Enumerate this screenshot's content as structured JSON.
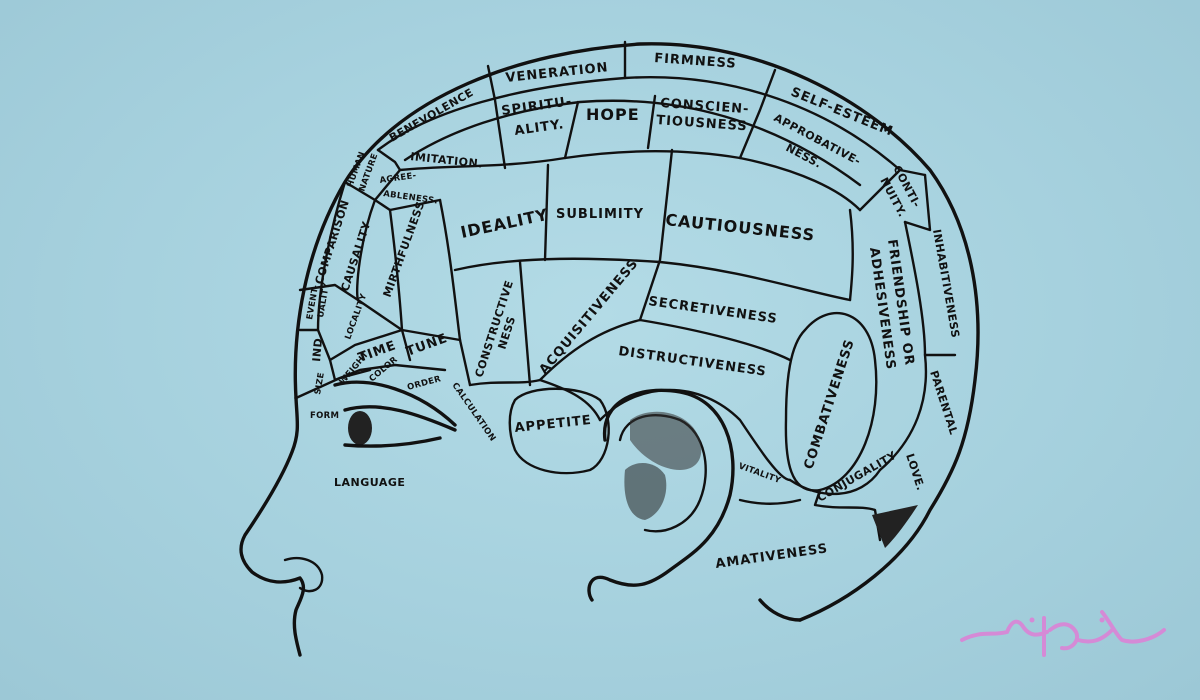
{
  "regions": {
    "veneration": "VENERATION",
    "firmness": "FIRMNESS",
    "benevolence": "BENEVOLENCE",
    "self_esteem": "SELF-ESTEEM",
    "spirituality_1": "SPIRITU-",
    "spirituality_2": "ALITY.",
    "hope": "HOPE",
    "conscientiousness_1": "CONSCIEN-",
    "conscientiousness_2": "TIOUSNESS",
    "approbativeness_1": "APPROBATIVE-",
    "approbativeness_2": "NESS.",
    "continuity_1": "CONTI-",
    "continuity_2": "NUITY.",
    "human_nature_1": "HUMAN",
    "human_nature_2": "NATURE",
    "imitation": "IMITATION.",
    "agreeableness_1": "AGREE-",
    "agreeableness_2": "ABLENESS.",
    "comparison": "COMPARISON",
    "causality": "CAUSALITY",
    "ideality": "IDEALITY",
    "sublimity": "SUBLIMITY",
    "cautiousness": "CAUTIOUSNESS",
    "inhabitiveness": "INHABITIVENESS",
    "friendship_1": "FRIENDSHIP OR",
    "friendship_2": "ADHESIVENESS",
    "mirthfulness": "MIRTHFULNESS",
    "eventuality_1": "EVENT-",
    "eventuality_2": "UALITY",
    "individuality": "IND",
    "locality": "LOCALITY",
    "time": "TIME",
    "tune": "TUNE",
    "constructiveness_1": "CONSTRUCTIVE",
    "constructiveness_2": "NESS",
    "acquisitiveness": "ACQUISITIVENESS",
    "secretiveness": "SECRETIVENESS",
    "distructiveness": "DISTRUCTIVENESS",
    "combativeness": "COMBATIVENESS",
    "parental_love_1": "PARENTAL",
    "parental_love_2": "LOVE.",
    "size": "SIZE",
    "weight": "WEIGHT",
    "color": "COLOR",
    "order": "ORDER",
    "calculation": "CALCULATION",
    "form": "FORM",
    "appetite": "APPETITE",
    "language": "LANGUAGE",
    "vitality": "VITALITY",
    "conjugality": "CONJUGALITY",
    "amativeness": "AMATIVENESS"
  },
  "colors": {
    "background": "#a9d4e0",
    "ink": "#111111",
    "watermark": "#d58ad6"
  },
  "watermark_text": "خطرناک"
}
